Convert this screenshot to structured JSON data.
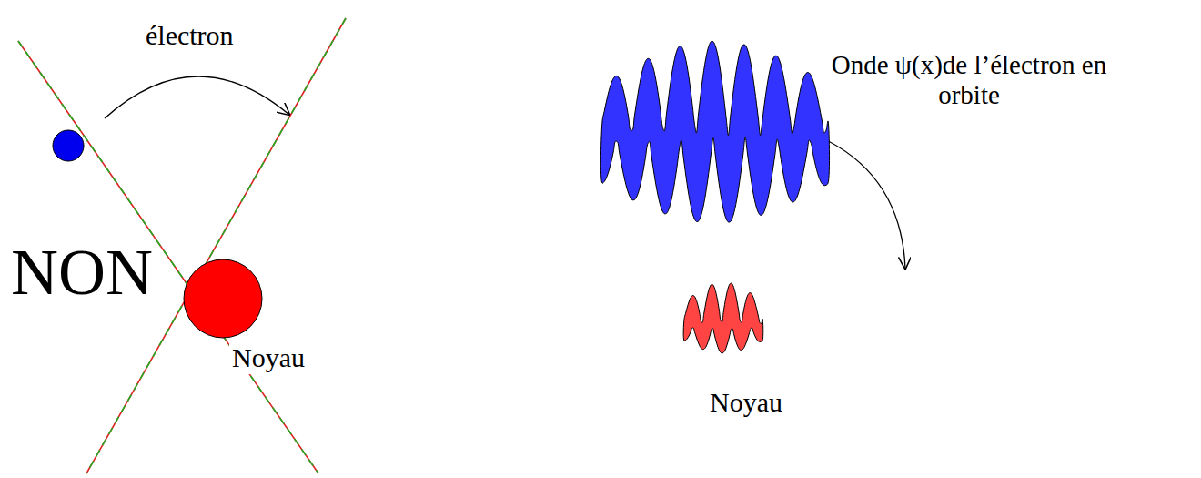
{
  "diagram": {
    "labels": [
      "électron",
      "NON",
      "Noyau",
      "Onde ψ(x)de l’électron en orbite",
      "Noyau"
    ]
  }
}
